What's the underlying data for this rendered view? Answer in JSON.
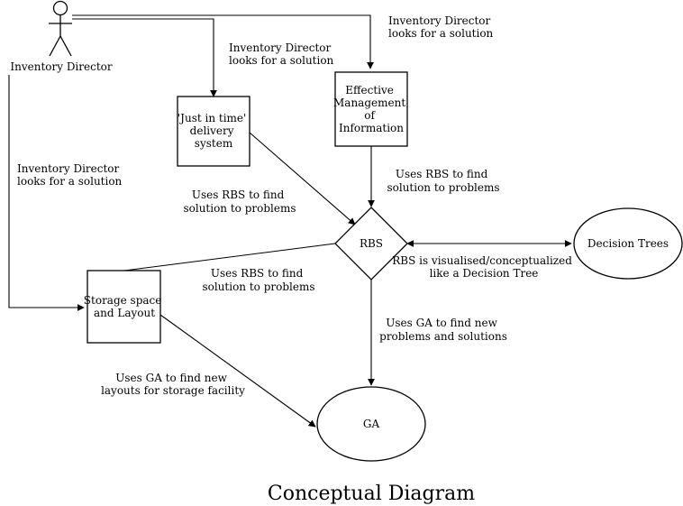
{
  "diagram": {
    "title": "Conceptual Diagram",
    "actor": {
      "label": "Inventory Director"
    },
    "nodes": {
      "jit": [
        "'Just in time'",
        "delivery",
        "system"
      ],
      "emi": [
        "Effective",
        "Management",
        "of",
        "Information"
      ],
      "storage": [
        "Storage space",
        "and Layout"
      ],
      "rbs": "RBS",
      "decision_trees": "Decision Trees",
      "ga": "GA"
    },
    "edge_labels": {
      "actor_to_emi": [
        "Inventory Director",
        "looks for a solution"
      ],
      "actor_to_jit": [
        "Inventory Director",
        "looks for a solution"
      ],
      "actor_to_storage": [
        "Inventory Director",
        "looks for a solution"
      ],
      "jit_to_rbs": [
        "Uses RBS to find",
        "solution to problems"
      ],
      "emi_to_rbs": [
        "Uses RBS to find",
        "solution to problems"
      ],
      "storage_to_rbs": [
        "Uses RBS to find",
        "solution to problems"
      ],
      "rbs_to_decision_trees": [
        "RBS is visualised/conceptualized",
        "like a Decision Tree"
      ],
      "rbs_to_ga": [
        "Uses GA to find new",
        "problems and solutions"
      ],
      "storage_to_ga": [
        "Uses GA to find new",
        "layouts for storage facility"
      ]
    }
  }
}
